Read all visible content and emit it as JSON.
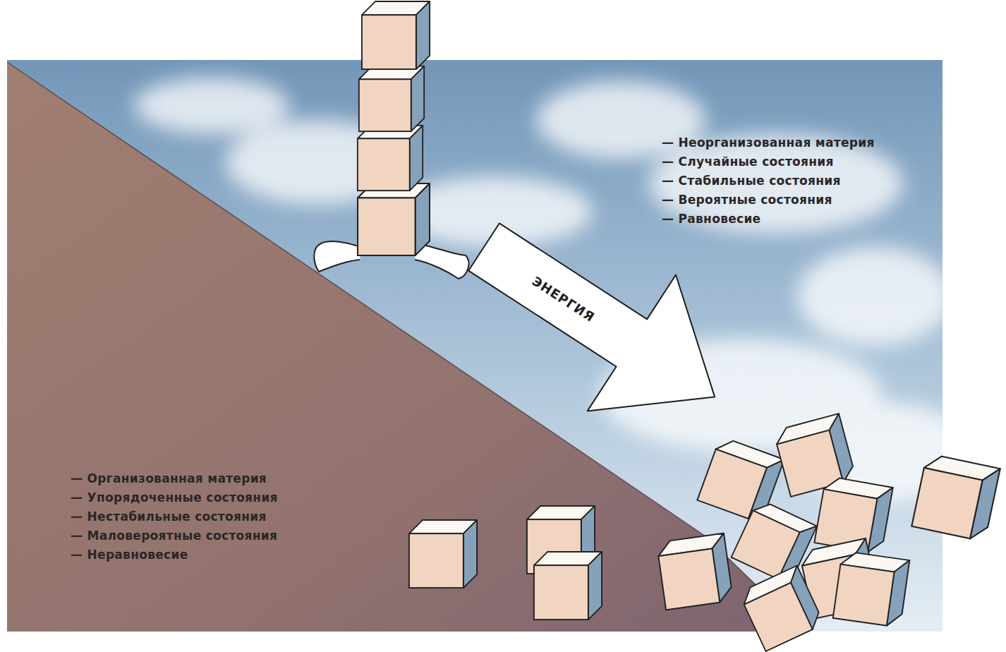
{
  "diagram": {
    "nodes": [
      {
        "text": [
          "ЭНЕРГИЯ"
        ]
      }
    ],
    "labels": [
      "— Неорганизованная материя",
      "— Случайные состояния",
      "— Стабильные состояния",
      "— Вероятные состояния",
      "— Равновесие",
      "— Организованная материя",
      "— Упорядоченные состояния",
      "— Нестабильные состояния",
      "— Маловероятные состояния",
      "— Неравновесие"
    ]
  }
}
